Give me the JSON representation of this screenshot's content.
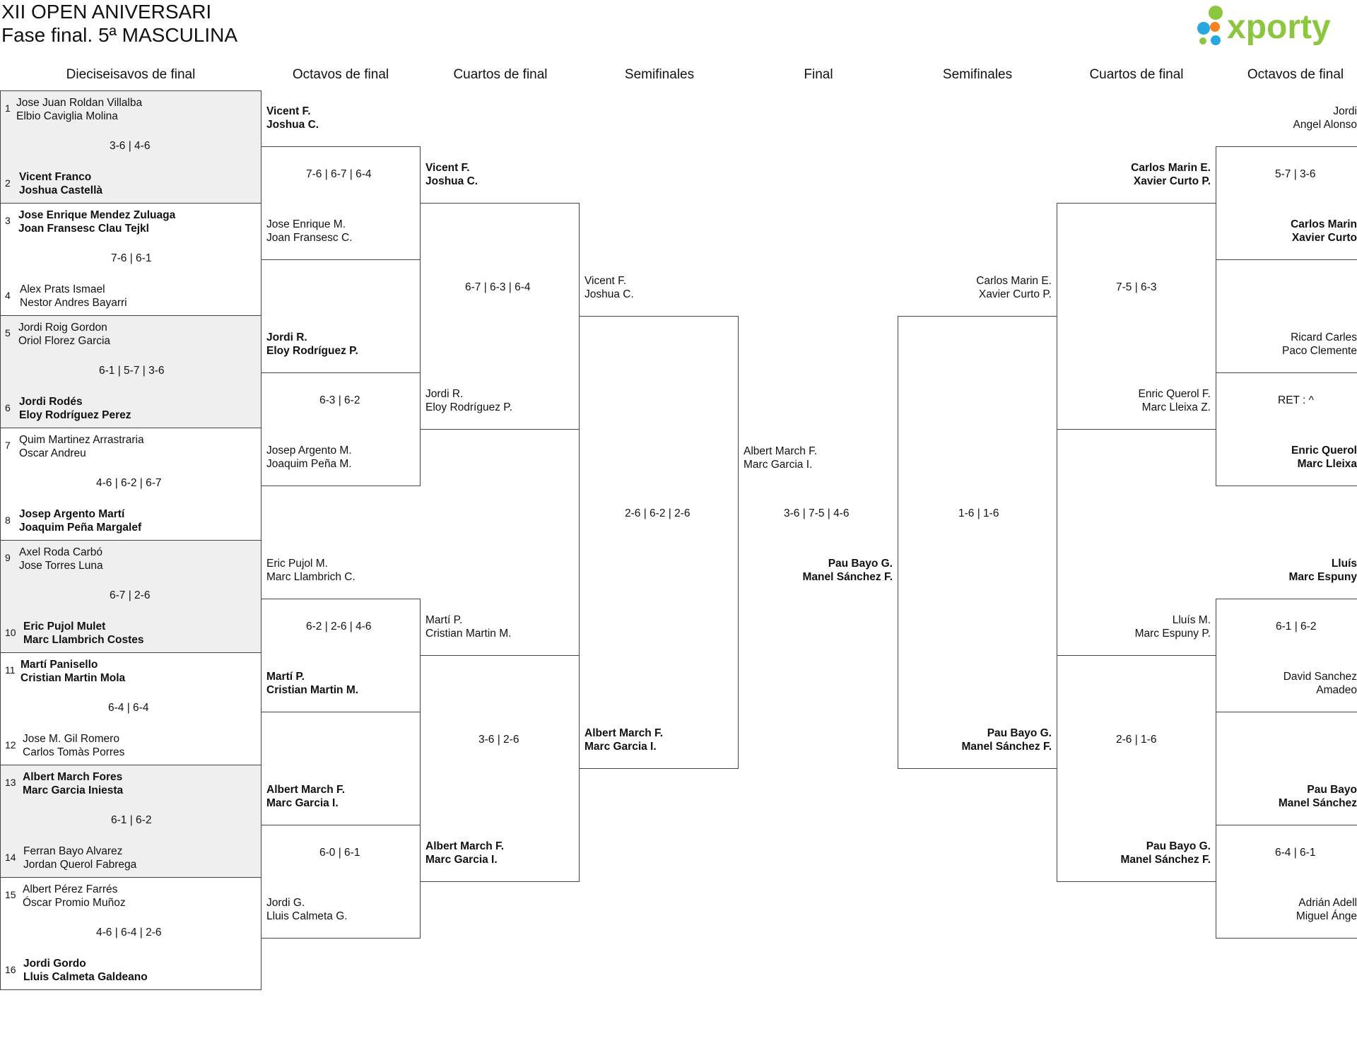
{
  "header": {
    "title_line1": "XII OPEN ANIVERSARI",
    "title_line2": "Fase final. 5ª MASCULINA",
    "logo_text": "xporty"
  },
  "rounds_left": [
    "Dieciseisavos de final",
    "Octavos de final",
    "Cuartos de final",
    "Semifinales"
  ],
  "round_final": "Final",
  "rounds_right": [
    "Semifinales",
    "Cuartos de final",
    "Octavos de final"
  ],
  "r32": [
    {
      "p1": {
        "seed": "1",
        "n1": "Jose Juan Roldan Villalba",
        "n2": "Elbio Caviglia Molina",
        "win": false
      },
      "p2": {
        "seed": "2",
        "n1": "Vicent Franco",
        "n2": "Joshua Castellà",
        "win": true
      },
      "score": "3-6 | 4-6",
      "shaded": true
    },
    {
      "p1": {
        "seed": "3",
        "n1": "Jose Enrique Mendez Zuluaga",
        "n2": "Joan Fransesc Clau Tejkl",
        "win": true
      },
      "p2": {
        "seed": "4",
        "n1": "Alex Prats Ismael",
        "n2": "Nestor Andres Bayarri",
        "win": false
      },
      "score": "7-6 | 6-1",
      "shaded": false
    },
    {
      "p1": {
        "seed": "5",
        "n1": "Jordi Roig Gordon",
        "n2": "Oriol Florez Garcia",
        "win": false
      },
      "p2": {
        "seed": "6",
        "n1": "Jordi Rodés",
        "n2": "Eloy Rodríguez Perez",
        "win": true
      },
      "score": "6-1 | 5-7 | 3-6",
      "shaded": true
    },
    {
      "p1": {
        "seed": "7",
        "n1": "Quim Martinez Arrastraria",
        "n2": "Oscar Andreu",
        "win": false
      },
      "p2": {
        "seed": "8",
        "n1": "Josep Argento Martí",
        "n2": "Joaquim Peña Margalef",
        "win": true
      },
      "score": "4-6 | 6-2 | 6-7",
      "shaded": false
    },
    {
      "p1": {
        "seed": "9",
        "n1": "Axel Roda Carbó",
        "n2": "Jose Torres Luna",
        "win": false
      },
      "p2": {
        "seed": "10",
        "n1": "Eric Pujol Mulet",
        "n2": "Marc Llambrich Costes",
        "win": true
      },
      "score": "6-7 | 2-6",
      "shaded": true
    },
    {
      "p1": {
        "seed": "11",
        "n1": "Martí Panisello",
        "n2": "Cristian Martin Mola",
        "win": true
      },
      "p2": {
        "seed": "12",
        "n1": "Jose M. Gil Romero",
        "n2": "Carlos Tomàs Porres",
        "win": false
      },
      "score": "6-4 | 6-4",
      "shaded": false
    },
    {
      "p1": {
        "seed": "13",
        "n1": "Albert March Fores",
        "n2": "Marc Garcia Iniesta",
        "win": true
      },
      "p2": {
        "seed": "14",
        "n1": "Ferran Bayo Alvarez",
        "n2": "Jordan Querol Fabrega",
        "win": false
      },
      "score": "6-1 | 6-2",
      "shaded": true
    },
    {
      "p1": {
        "seed": "15",
        "n1": "Albert Pérez Farrés",
        "n2": "Óscar Promio Muñoz",
        "win": false
      },
      "p2": {
        "seed": "16",
        "n1": "Jordi Gordo",
        "n2": "Lluis Calmeta Galdeano",
        "win": true
      },
      "score": "4-6 | 6-4 | 2-6",
      "shaded": false
    }
  ],
  "r16_left": [
    {
      "t1": {
        "n1": "Vicent F.",
        "n2": "Joshua C.",
        "win": true
      },
      "t2": {
        "n1": "Jose Enrique M.",
        "n2": "Joan Fransesc C.",
        "win": false
      },
      "score": "7-6 | 6-7 | 6-4"
    },
    {
      "t1": {
        "n1": "Jordi R.",
        "n2": "Eloy Rodríguez P.",
        "win": true
      },
      "t2": {
        "n1": "Josep Argento M.",
        "n2": "Joaquim Peña M.",
        "win": false
      },
      "score": "6-3 | 6-2"
    },
    {
      "t1": {
        "n1": "Eric Pujol M.",
        "n2": "Marc Llambrich C.",
        "win": false
      },
      "t2": {
        "n1": "Martí P.",
        "n2": "Cristian Martin M.",
        "win": true
      },
      "score": "6-2 | 2-6 | 4-6"
    },
    {
      "t1": {
        "n1": "Albert March F.",
        "n2": "Marc Garcia I.",
        "win": true
      },
      "t2": {
        "n1": "Jordi G.",
        "n2": "Lluis Calmeta G.",
        "win": false
      },
      "score": "6-0 | 6-1"
    }
  ],
  "qf_left": [
    {
      "t1": {
        "n1": "Vicent F.",
        "n2": "Joshua C.",
        "win": true
      },
      "t2": {
        "n1": "Jordi R.",
        "n2": "Eloy Rodríguez P.",
        "win": false
      },
      "score": "6-7 | 6-3 | 6-4"
    },
    {
      "t1": {
        "n1": "Martí P.",
        "n2": "Cristian Martin M.",
        "win": false
      },
      "t2": {
        "n1": "Albert March F.",
        "n2": "Marc Garcia I.",
        "win": true
      },
      "score": "3-6 | 2-6"
    }
  ],
  "sf_left": {
    "t1": {
      "n1": "Vicent F.",
      "n2": "Joshua C.",
      "win": false
    },
    "t2": {
      "n1": "Albert March F.",
      "n2": "Marc Garcia I.",
      "win": true
    },
    "score": "2-6 | 6-2 | 2-6"
  },
  "final": {
    "t1": {
      "n1": "Albert March F.",
      "n2": "Marc Garcia I.",
      "win": false
    },
    "t2": {
      "n1": "Pau Bayo G.",
      "n2": "Manel Sánchez F.",
      "win": true
    },
    "score": "3-6 | 7-5 | 4-6"
  },
  "sf_right": {
    "t1": {
      "n1": "Carlos Marin E.",
      "n2": "Xavier Curto P.",
      "win": false
    },
    "t2": {
      "n1": "Pau Bayo G.",
      "n2": "Manel Sánchez F.",
      "win": true
    },
    "score": "1-6 | 1-6"
  },
  "qf_right": [
    {
      "t1": {
        "n1": "Carlos Marin E.",
        "n2": "Xavier Curto P.",
        "win": true
      },
      "t2": {
        "n1": "Enric Querol F.",
        "n2": "Marc Lleixa Z.",
        "win": false
      },
      "score": "7-5 | 6-3"
    },
    {
      "t1": {
        "n1": "Lluís M.",
        "n2": "Marc Espuny P.",
        "win": false
      },
      "t2": {
        "n1": "Pau Bayo G.",
        "n2": "Manel Sánchez F.",
        "win": true
      },
      "score": "2-6 | 1-6"
    }
  ],
  "r16_right": [
    {
      "t1": {
        "n1": "Jordi",
        "n2": "Angel Alonso",
        "win": false
      },
      "t2": {
        "n1": "Carlos Marin",
        "n2": "Xavier Curto",
        "win": true
      },
      "score": "5-7 | 3-6"
    },
    {
      "t1": {
        "n1": "Ricard Carles",
        "n2": "Paco Clemente",
        "win": false
      },
      "t2": {
        "n1": "Enric Querol",
        "n2": "Marc Lleixa",
        "win": true
      },
      "score": "RET : ^"
    },
    {
      "t1": {
        "n1": "Lluís",
        "n2": "Marc Espuny",
        "win": true
      },
      "t2": {
        "n1": "David Sanchez",
        "n2": "Amadeo",
        "win": false
      },
      "score": "6-1 | 6-2"
    },
    {
      "t1": {
        "n1": "Pau Bayo",
        "n2": "Manel Sánchez",
        "win": true
      },
      "t2": {
        "n1": "Adrián Adell",
        "n2": "Miguel Ánge",
        "win": false
      },
      "score": "6-4 | 6-1"
    }
  ],
  "colors": {
    "line": "#444444",
    "shade": "#efefef",
    "logo_green": "#8cc63f",
    "logo_blue": "#29a8e0",
    "logo_orange": "#f58220"
  }
}
